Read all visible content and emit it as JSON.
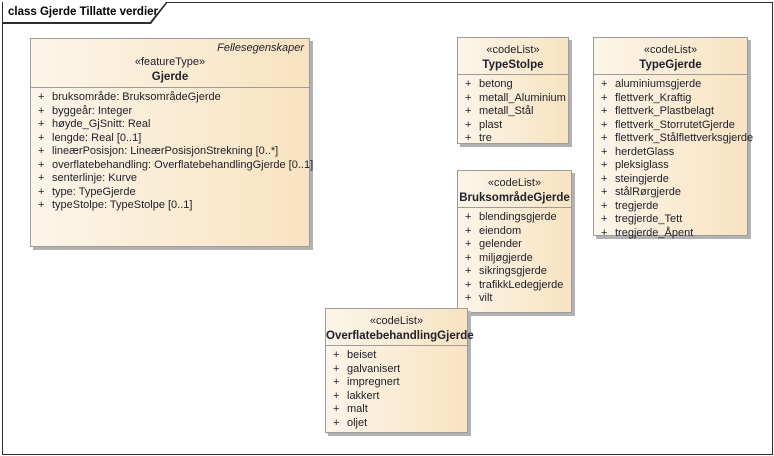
{
  "frame": {
    "title": "class Gjerde Tillatte verdier"
  },
  "uml": {
    "visibility_public": "+"
  },
  "colors": {
    "fill_left": "#fcf5e9",
    "fill_right": "#f8e3c1",
    "border": "#9c9c9c",
    "shadow": "#b2b2b2",
    "text": "#21212c"
  },
  "classes": [
    {
      "package": "Fellesegenskaper",
      "stereotype": "«featureType»",
      "name": "Gjerde",
      "attributes": [
        "bruksområde: BruksområdeGjerde",
        "byggeår: Integer",
        "høyde_GjSnitt: Real",
        "lengde: Real [0..1]",
        "lineærPosisjon: LineærPosisjonStrekning [0..*]",
        "overflatebehandling: OverflatebehandlingGjerde [0..1]",
        "senterlinje: Kurve",
        "type: TypeGjerde",
        "typeStolpe: TypeStolpe [0..1]"
      ]
    },
    {
      "stereotype": "«codeList»",
      "name": "TypeStolpe",
      "attributes": [
        "betong",
        "metall_Aluminium",
        "metall_Stål",
        "plast",
        "tre"
      ]
    },
    {
      "stereotype": "«codeList»",
      "name": "TypeGjerde",
      "attributes": [
        "aluminiumsgjerde",
        "flettverk_Kraftig",
        "flettverk_Plastbelagt",
        "flettverk_StorrutetGjerde",
        "flettverk_Stålflettverksgjerde",
        "herdetGlass",
        "pleksiglass",
        "steingjerde",
        "stålRørgjerde",
        "tregjerde",
        "tregjerde_Tett",
        "tregjerde_Åpent"
      ]
    },
    {
      "stereotype": "«codeList»",
      "name": "BruksområdeGjerde",
      "attributes": [
        "blendingsgjerde",
        "eiendom",
        "gelender",
        "miljøgjerde",
        "sikringsgjerde",
        "trafikkLedegjerde",
        "vilt"
      ]
    },
    {
      "stereotype": "«codeList»",
      "name": "OverflatebehandlingGjerde",
      "attributes": [
        "beiset",
        "galvanisert",
        "impregnert",
        "lakkert",
        "malt",
        "oljet"
      ]
    }
  ]
}
